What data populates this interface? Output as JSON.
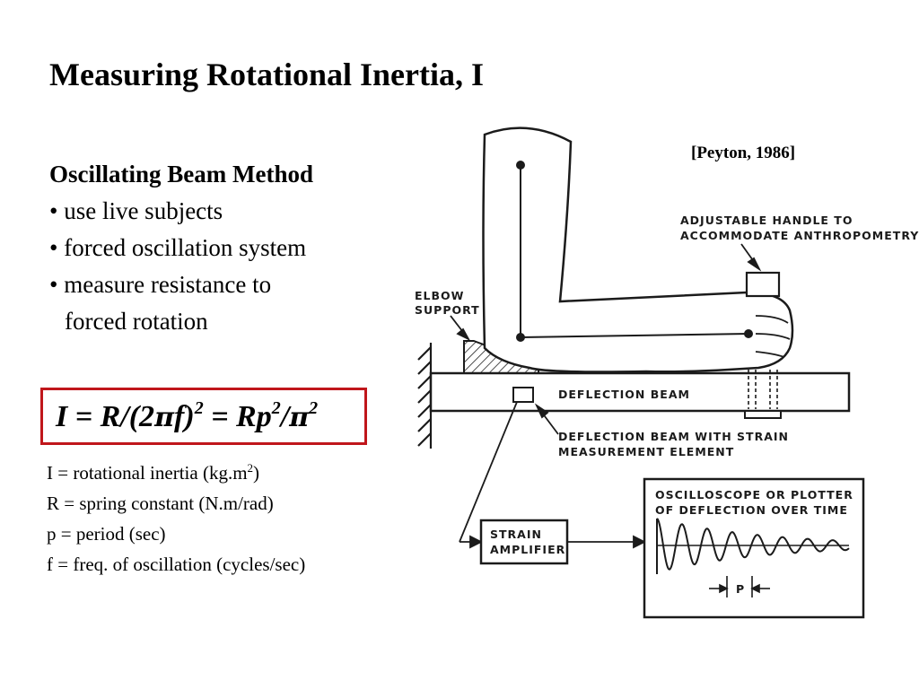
{
  "slide": {
    "title": "Measuring Rotational Inertia, I",
    "citation": "[Peyton, 1986]"
  },
  "method": {
    "heading": "Oscillating Beam Method",
    "bullets": [
      "• use live subjects",
      "• forced oscillation system",
      "• measure resistance to"
    ],
    "continuation": "forced rotation"
  },
  "formula": {
    "part1": "I = R/(2",
    "pi1": "π",
    "part2": "f)",
    "sup1": "2",
    "part3": " = Rp",
    "sup2": "2",
    "part4": "/",
    "pi2": "π",
    "sup3": "2",
    "border_color": "#c0161b"
  },
  "definitions": {
    "line1_main": "I = rotational inertia (kg.m",
    "line1_sup": "2",
    "line1_end": ")",
    "line2": "R = spring constant (N.m/rad)",
    "line3": "p = period (sec)",
    "line4": "f = freq. of oscillation (cycles/sec)"
  },
  "diagram": {
    "labels": {
      "handle_line1": "ADJUSTABLE HANDLE TO",
      "handle_line2": "ACCOMMODATE ANTHROPOMETRY",
      "elbow_line1": "ELBOW",
      "elbow_line2": "SUPPORT",
      "beam": "DEFLECTION BEAM",
      "element_line1": "DEFLECTION BEAM WITH STRAIN",
      "element_line2": "MEASUREMENT ELEMENT",
      "amp_line1": "STRAIN",
      "amp_line2": "AMPLIFIER",
      "scope_line1": "OSCILLOSCOPE OR PLOTTER",
      "scope_line2": "OF DEFLECTION OVER TIME",
      "period": "P"
    }
  }
}
